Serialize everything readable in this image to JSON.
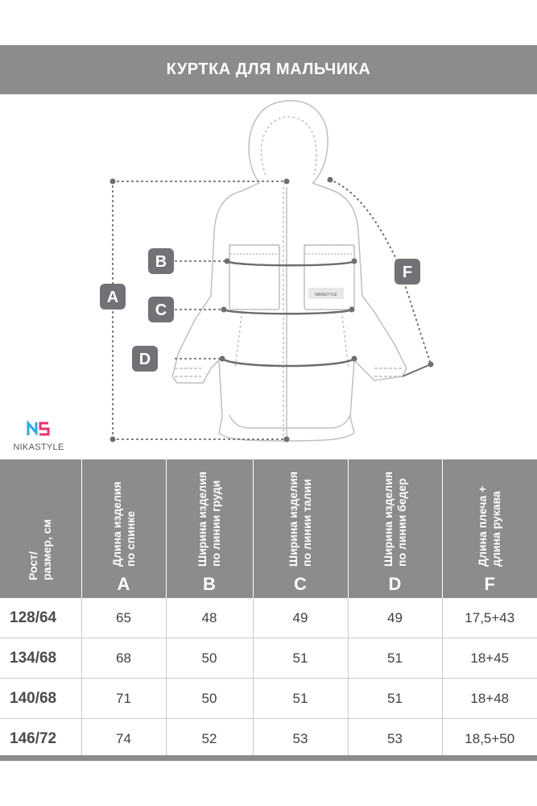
{
  "header": {
    "title": "КУРТКА ДЛЯ МАЛЬЧИКА"
  },
  "brand": {
    "name": "NIKASTYLE"
  },
  "diagram": {
    "labels": {
      "a": "A",
      "b": "B",
      "c": "C",
      "d": "D",
      "f": "F"
    },
    "jacket_print": "NIKASTYLE"
  },
  "table": {
    "headers": [
      {
        "text": "Рост/\nразмер, см",
        "letter": ""
      },
      {
        "text": "Длина изделия\nпо спинке",
        "letter": "A"
      },
      {
        "text": "Ширина изделия\nпо линии груди",
        "letter": "B"
      },
      {
        "text": "Ширина изделия\nпо линии талии",
        "letter": "C"
      },
      {
        "text": "Ширина изделия\nпо линии бедер",
        "letter": "D"
      },
      {
        "text": "Длина плеча +\nдлина рукава",
        "letter": "F"
      }
    ],
    "rows": [
      [
        "128/64",
        "65",
        "48",
        "49",
        "49",
        "17,5+43"
      ],
      [
        "134/68",
        "68",
        "50",
        "51",
        "51",
        "18+45"
      ],
      [
        "140/68",
        "71",
        "50",
        "51",
        "51",
        "18+48"
      ],
      [
        "146/72",
        "74",
        "52",
        "53",
        "53",
        "18,5+50"
      ]
    ]
  },
  "colors": {
    "header_gray": "#8a8c8e",
    "label_gray": "#707275",
    "line_gray": "#6d6e71",
    "logo_blue": "#29a9e1",
    "logo_pink": "#e8336e"
  }
}
